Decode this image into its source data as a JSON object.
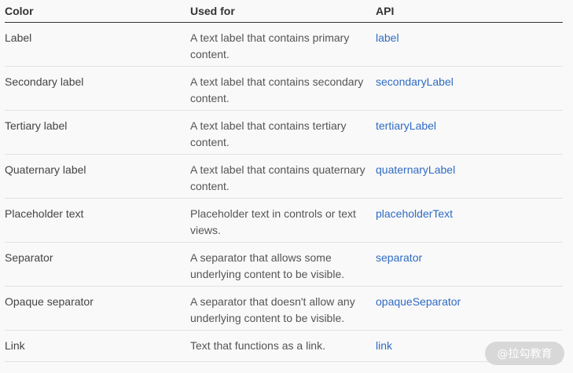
{
  "table": {
    "headers": [
      "Color",
      "Used for",
      "API"
    ],
    "rows": [
      {
        "color": "Label",
        "used_for": "A text label that contains primary content.",
        "api": "label"
      },
      {
        "color": "Secondary label",
        "used_for": "A text label that contains secondary content.",
        "api": "secondaryLabel"
      },
      {
        "color": "Tertiary label",
        "used_for": "A text label that contains tertiary content.",
        "api": "tertiaryLabel"
      },
      {
        "color": "Quaternary label",
        "used_for": "A text label that contains quaternary content.",
        "api": "quaternaryLabel"
      },
      {
        "color": "Placeholder text",
        "used_for": "Placeholder text in controls or text views.",
        "api": "placeholderText"
      },
      {
        "color": "Separator",
        "used_for": "A separator that allows some underlying content to be visible.",
        "api": "separator"
      },
      {
        "color": "Opaque separator",
        "used_for": "A separator that doesn't allow any underlying content to be visible.",
        "api": "opaqueSeparator"
      },
      {
        "color": "Link",
        "used_for": "Text that functions as a link.",
        "api": "link"
      }
    ]
  },
  "watermark": "@拉勾教育",
  "colors": {
    "api_link": "#2f6bc4",
    "header_rule": "#333333",
    "row_rule": "#e2e2e2",
    "background": "#f9f9f9"
  }
}
